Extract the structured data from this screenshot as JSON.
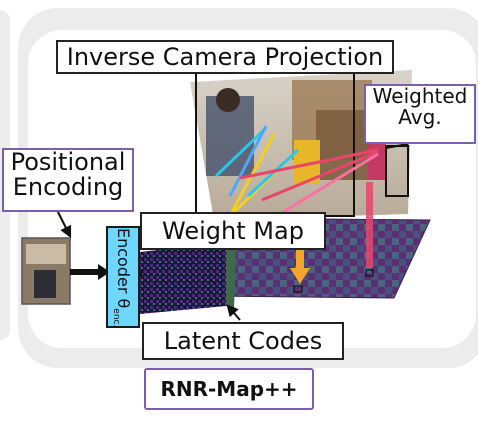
{
  "diagram": {
    "title": "Inverse Camera Projection",
    "weighted_avg_line1": "Weighted",
    "weighted_avg_line2": "Avg.",
    "positional_encoding_line1": "Positional",
    "positional_encoding_line2": "Encoding",
    "weight_map": "Weight Map",
    "latent_codes": "Latent Codes",
    "encoder_label": "Encoder θ",
    "encoder_subscript": "enc.",
    "method_name": "RNR-Map++"
  },
  "colors": {
    "panel_gray": "#ececec",
    "encoder_fill": "#6fd6ff",
    "accent_purple": "#7a5fb0",
    "map_purple": "#5a2f74",
    "map_teal": "#3f8f8a",
    "ray_orange": "#f4a62a",
    "ray_pink": "#e8456d",
    "ray_cyan": "#26c6ee",
    "ray_yellow": "#f2d022"
  }
}
